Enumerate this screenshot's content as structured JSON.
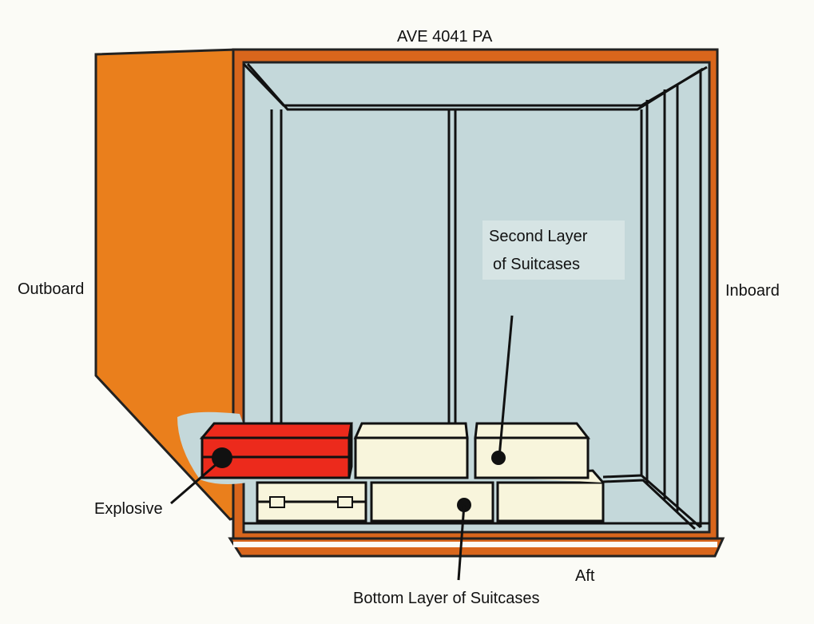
{
  "title": "AVE 4041 PA",
  "labels": {
    "outboard": "Outboard",
    "inboard": "Inboard",
    "aft": "Aft",
    "second_layer_line1": "Second Layer",
    "second_layer_line2": "of Suitcases",
    "bottom_layer": "Bottom Layer of Suitcases",
    "explosive": "Explosive"
  },
  "colors": {
    "container_orange": "#d9661c",
    "panel_orange": "#ea7f1c",
    "interior": "#c4d8da",
    "suitcase": "#f8f5dc",
    "explosive_case": "#ec2a1c"
  }
}
